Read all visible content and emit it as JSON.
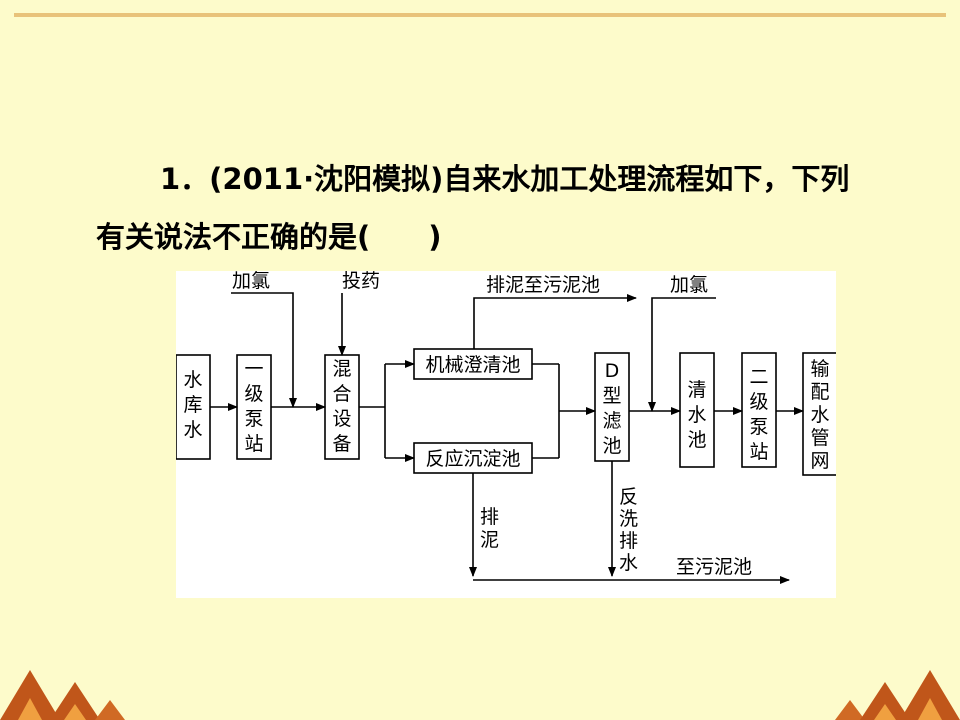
{
  "question": {
    "line1": "1．(2011·沈阳模拟)自来水加工处理流程如下，下列",
    "line2": "有关说法不正确的是(　　)"
  },
  "diagram": {
    "boxes": {
      "reservoir": "水库水",
      "pump1": "一级泵站",
      "mixer": "混合设备",
      "clarifier": "机械澄清池",
      "settling": "反应沉淀池",
      "dfilter": "D型滤池",
      "clearwell": "清水池",
      "pump2": "二级泵站",
      "network": "输配水管网"
    },
    "labels": {
      "chlorine1": "加氯",
      "dosing": "投药",
      "sludge_to_pool": "排泥至污泥池",
      "chlorine2": "加氯",
      "sludge": "排泥",
      "backwash": "反洗排水",
      "to_sludge_pool": "至污泥池"
    }
  },
  "colors": {
    "background": "#fdfbcb",
    "panel": "#ffffff",
    "rule": "#e8c27a",
    "deco_dark": "#c0561a",
    "deco_light": "#f0a040"
  }
}
